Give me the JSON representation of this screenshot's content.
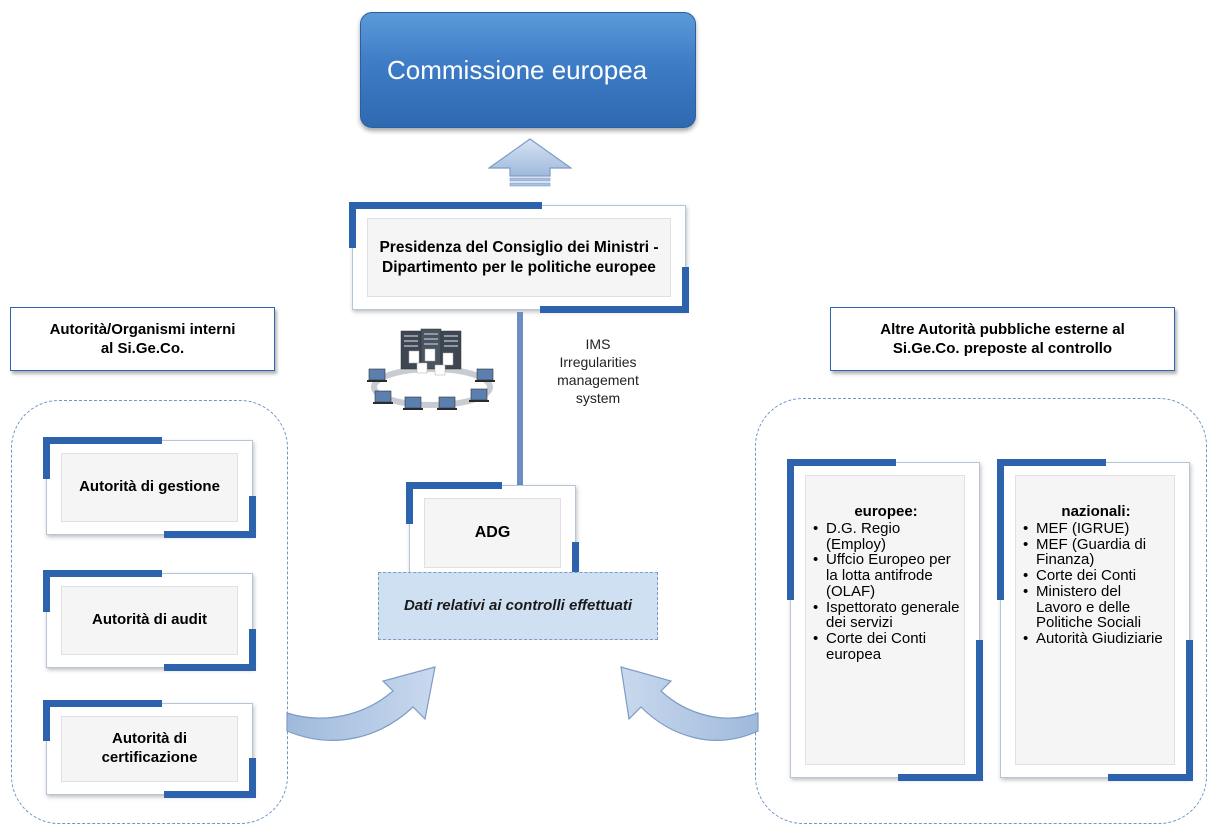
{
  "commission": {
    "label": "Commissione europea"
  },
  "presidenza": {
    "label": "Presidenza del Consiglio dei Ministri - Dipartimento per le politiche europee"
  },
  "ims": {
    "line1": "IMS",
    "line2": "Irregularities",
    "line3": "management",
    "line4": "system"
  },
  "adg": {
    "label": "ADG"
  },
  "dati": {
    "label": "Dati relativi ai controlli effettuati"
  },
  "left_header": {
    "label": "Autorità/Organismi interni al Si.Ge.Co."
  },
  "right_header": {
    "label": "Altre Autorità pubbliche esterne al Si.Ge.Co. preposte al controllo"
  },
  "left_boxes": {
    "gestione": "Autorità di gestione",
    "audit": "Autorità di audit",
    "certificazione": "Autorità di certificazione"
  },
  "europee": {
    "title": "europee:",
    "items": [
      "D.G. Regio (Employ)",
      "Uffcio Europeo per la lotta antifrode (OLAF)",
      "Ispettorato generale dei servizi",
      "Corte dei Conti europea"
    ]
  },
  "nazionali": {
    "title": "nazionali:",
    "items": [
      "MEF (IGRUE)",
      "MEF (Guardia di Finanza)",
      "Corte dei Conti",
      "Ministero del Lavoro e delle Politiche Sociali",
      "Autorità Giudiziarie"
    ]
  },
  "colors": {
    "accent_blue": "#2d63ad",
    "box_blue": "#3d7cc6",
    "arrow_fill": "#b7cbe6",
    "dati_fill": "#cfe0f2"
  },
  "icons": [
    "upward-arrow-icon",
    "server-network-icon",
    "curved-arrow-icon"
  ]
}
